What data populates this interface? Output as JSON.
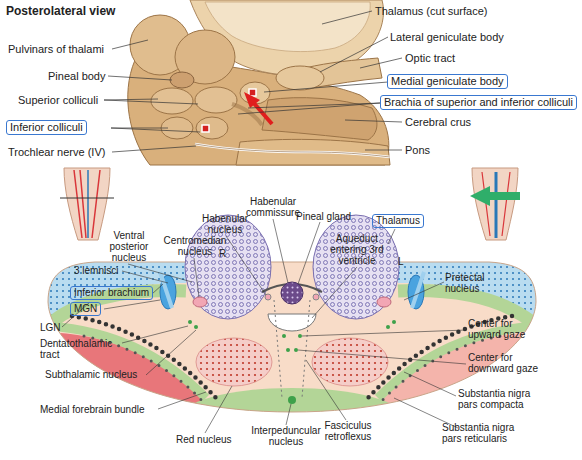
{
  "diagram": {
    "title": "Posterolateral view",
    "nodes": [
      {
        "text": [
          "Medial geniculate body"
        ]
      },
      {
        "text": [
          "Brachia of superior and inferior colliculi"
        ]
      },
      {
        "text": [
          "Inferior colliculi"
        ]
      },
      {
        "text": [
          "Thalamus"
        ]
      },
      {
        "text": [
          "Inferior brachium"
        ]
      },
      {
        "text": [
          "MGN"
        ]
      }
    ],
    "labels": [
      "Thalamus (cut surface)",
      "Pulvinars of thalami",
      "Lateral geniculate body",
      "Optic tract",
      "Pineal body",
      "Superior colliculi",
      "Cerebral crus",
      "Trochlear nerve (IV)",
      "Pons",
      "Habenular commissure",
      "Pineal gland",
      "Habenular nucleus",
      "Ventral posterior nucleus",
      "Centromedian nucleus",
      "Aqueduct entering 3rd ventricle",
      "3 lemnisci",
      "R",
      "L",
      "Pretectal nucleus",
      "LGN",
      "Center for upward gaze",
      "Dentatothalamic tract",
      "Center for downward gaze",
      "Subthalamic nucleus",
      "Substantia nigra pars compacta",
      "Medial forebrain bundle",
      "Substantia nigra pars reticularis",
      "Interpeduncular nucleus",
      "Fasciculus retroflexus",
      "Red nucleus"
    ]
  }
}
